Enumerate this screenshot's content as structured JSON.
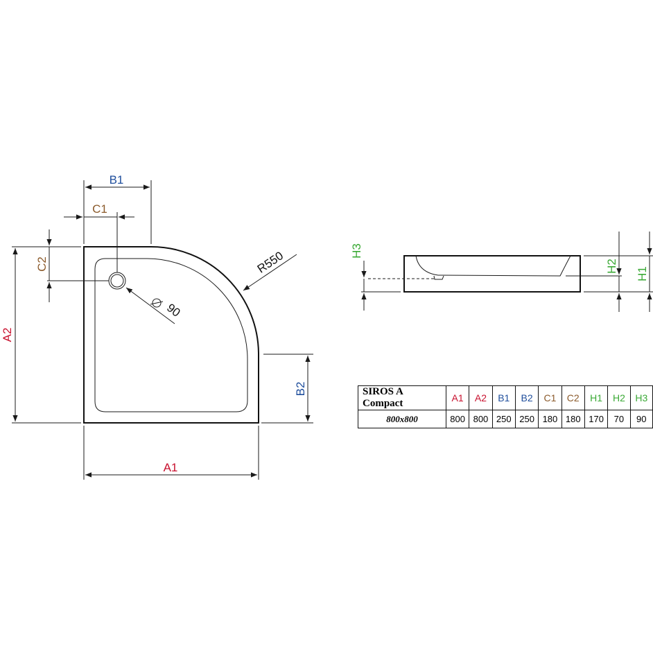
{
  "labels": {
    "A1": "A1",
    "A2": "A2",
    "B1": "B1",
    "B2": "B2",
    "C1": "C1",
    "C2": "C2",
    "H1": "H1",
    "H2": "H2",
    "H3": "H3",
    "radius": "R550",
    "drain": "90"
  },
  "colors": {
    "A": "#c8102e",
    "B": "#1f4e9c",
    "C": "#8b5a2b",
    "H": "#3aa935"
  },
  "table": {
    "model": "SIROS A Compact",
    "size": "800x800",
    "columns": [
      "A1",
      "A2",
      "B1",
      "B2",
      "C1",
      "C2",
      "H1",
      "H2",
      "H3"
    ],
    "values": [
      "800",
      "800",
      "250",
      "250",
      "180",
      "180",
      "170",
      "70",
      "90"
    ]
  }
}
